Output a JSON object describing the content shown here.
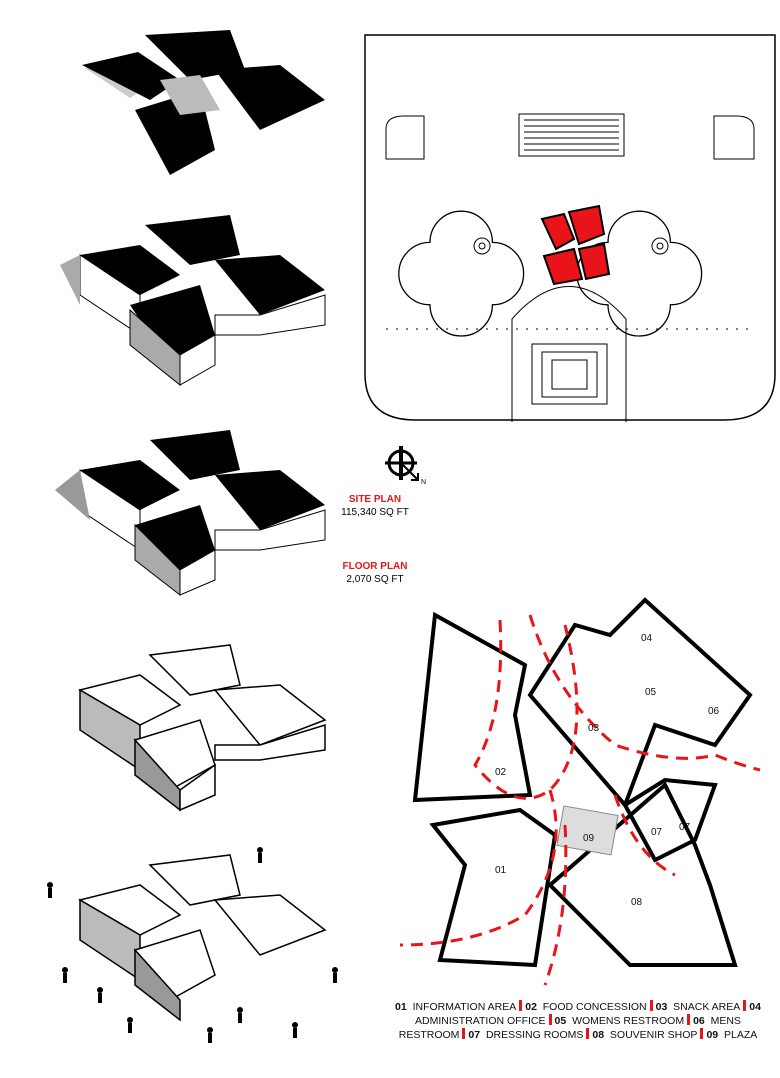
{
  "site_plan": {
    "title": "SITE PLAN",
    "area": "115,340 SQ FT",
    "north_label": "N"
  },
  "floor_plan": {
    "title": "FLOOR PLAN",
    "area": "2,070 SQ FT",
    "rooms": [
      "01",
      "02",
      "03",
      "04",
      "05",
      "06",
      "07",
      "07",
      "08",
      "09"
    ]
  },
  "legend": [
    {
      "num": "01",
      "name": "INFORMATION AREA"
    },
    {
      "num": "02",
      "name": "FOOD CONCESSION"
    },
    {
      "num": "03",
      "name": "SNACK AREA"
    },
    {
      "num": "04",
      "name": "ADMINISTRATION OFFICE"
    },
    {
      "num": "05",
      "name": "WOMENS RESTROOM"
    },
    {
      "num": "06",
      "name": "MENS RESTROOM"
    },
    {
      "num": "07",
      "name": "DRESSING ROOMS"
    },
    {
      "num": "08",
      "name": "SOUVENIR SHOP"
    },
    {
      "num": "09",
      "name": "PLAZA"
    }
  ],
  "colors": {
    "accent": "#e8141a",
    "ink": "#000000",
    "shade": "#bdbdbd"
  }
}
